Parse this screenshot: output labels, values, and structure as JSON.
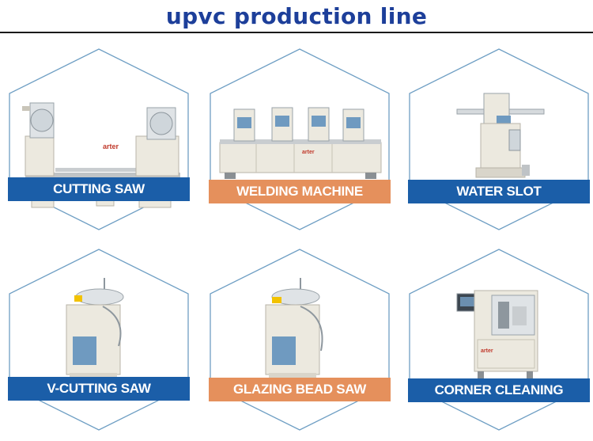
{
  "page": {
    "title": "upvc production line",
    "title_color": "#1d3f9a"
  },
  "colors": {
    "hex_border": "#6f9fc4",
    "banner_blue": "#1b5ea8",
    "banner_orange": "#e5905c",
    "machine_body": "#ece9df",
    "machine_panel": "#6f9ac0"
  },
  "products": [
    {
      "label": "CUTTING SAW",
      "banner_color": "blue",
      "image": "double-head-cutting-saw"
    },
    {
      "label": "WELDING MACHINE",
      "banner_color": "orange",
      "image": "four-head-welding-machine"
    },
    {
      "label": "WATER  SLOT",
      "banner_color": "blue",
      "image": "water-slot-router"
    },
    {
      "label": "V-CUTTING SAW",
      "banner_color": "blue",
      "image": "v-cutting-saw"
    },
    {
      "label": "GLAZING BEAD SAW",
      "banner_color": "orange",
      "image": "glazing-bead-saw"
    },
    {
      "label": "CORNER CLEANING",
      "banner_color": "blue",
      "image": "cnc-corner-cleaning-machine"
    }
  ]
}
